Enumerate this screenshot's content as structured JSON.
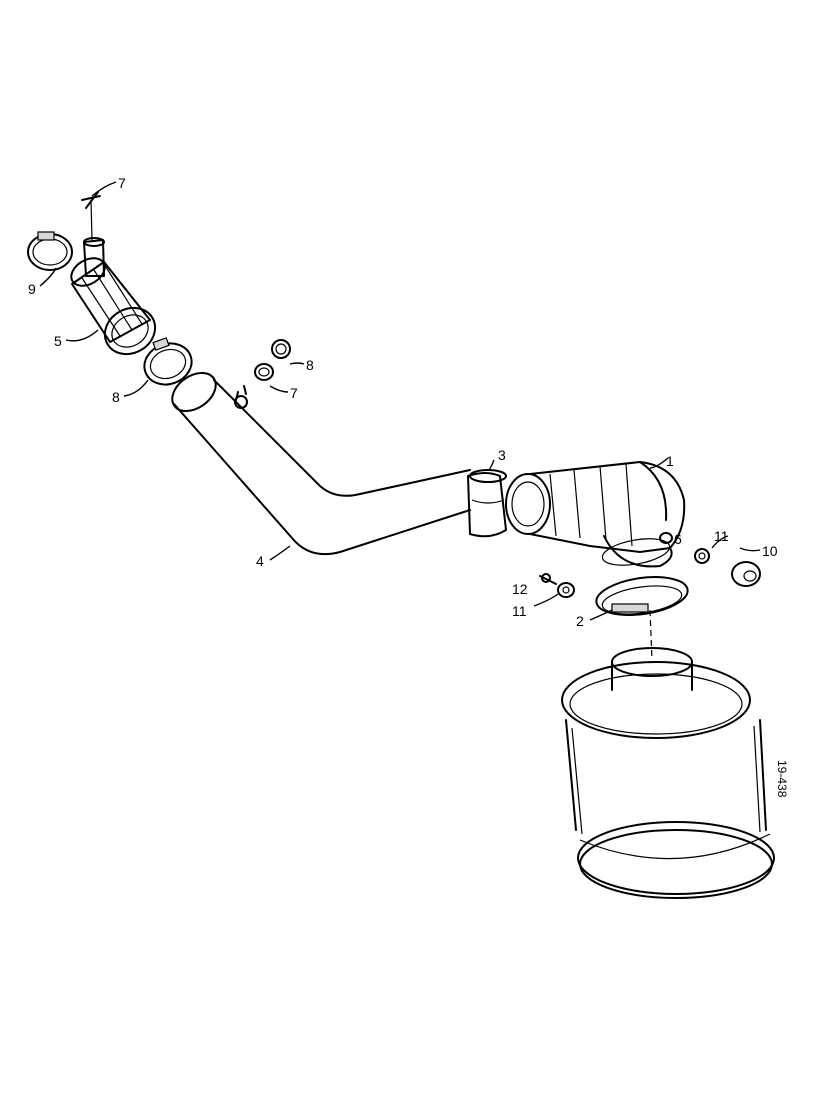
{
  "callouts": {
    "c1": "1",
    "c2": "2",
    "c3": "3",
    "c4": "4",
    "c5": "5",
    "c6": "6",
    "c7a": "7",
    "c7b": "7",
    "c8a": "8",
    "c8b": "8",
    "c9": "9",
    "c10": "10",
    "c11a": "11",
    "c11b": "11",
    "c12": "12"
  },
  "drawing_code": "19-438"
}
